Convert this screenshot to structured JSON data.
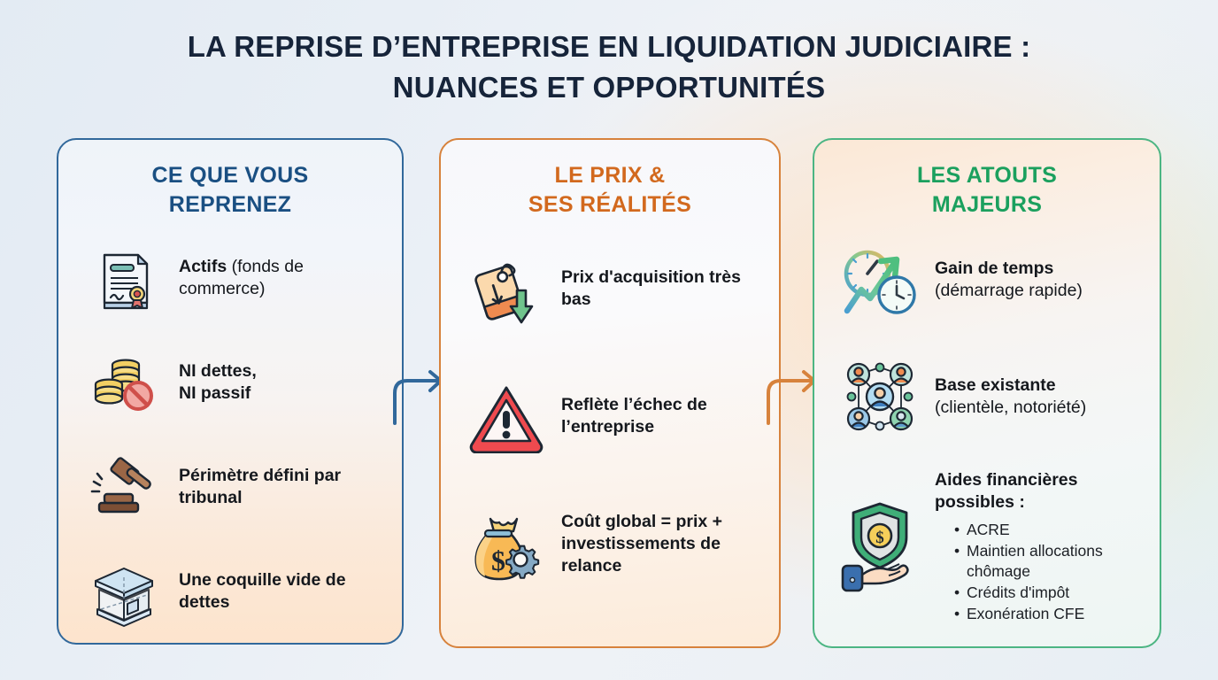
{
  "title": {
    "line1": "LA REPRISE D’ENTREPRISE EN LIQUIDATION JUDICIAIRE :",
    "line2": "NUANCES ET OPPORTUNITÉS"
  },
  "colors": {
    "title": "#16243a",
    "panel1_accent": "#1a4f82",
    "panel1_border": "#31689b",
    "panel2_accent": "#d2691e",
    "panel2_border": "#d7823c",
    "panel3_accent": "#1ba05e",
    "panel3_border": "#4cb583",
    "arrow1": "#31689b",
    "arrow2": "#d7823c"
  },
  "panels": [
    {
      "id": "ce-que-vous-reprenez",
      "heading_line1": "CE QUE VOUS",
      "heading_line2": "REPRENEZ",
      "items": [
        {
          "icon": "certificate-document-icon",
          "bold": "Actifs",
          "rest": " (fonds de commerce)"
        },
        {
          "icon": "coins-no-debt-icon",
          "bold": "NI dettes,\nNI passif",
          "rest": ""
        },
        {
          "icon": "gavel-icon",
          "bold": "Périmètre défini par tribunal",
          "rest": ""
        },
        {
          "icon": "empty-building-icon",
          "bold": "Une coquille vide de dettes",
          "rest": ""
        }
      ]
    },
    {
      "id": "le-prix-et-ses-realites",
      "heading_line1": "LE PRIX &",
      "heading_line2": "SES RÉALITÉS",
      "items": [
        {
          "icon": "price-tag-down-arrow-icon",
          "bold": "Prix d'acquisition très bas",
          "rest": ""
        },
        {
          "icon": "warning-triangle-icon",
          "bold": "Reflète l’échec de l’entreprise",
          "rest": ""
        },
        {
          "icon": "money-bag-gear-icon",
          "bold": "Coût global = prix + investissements de relance",
          "rest": ""
        }
      ]
    },
    {
      "id": "les-atouts-majeurs",
      "heading_line1": "LES ATOUTS",
      "heading_line2": "MAJEURS",
      "items": [
        {
          "icon": "clock-growth-arrow-icon",
          "bold": "Gain de temps",
          "rest": "\n(démarrage rapide)"
        },
        {
          "icon": "network-people-icon",
          "bold": "Base existante",
          "rest": "\n(clientèle, notoriété)"
        }
      ],
      "aides": {
        "icon": "shield-money-hand-icon",
        "title": "Aides financières possibles :",
        "bullets": [
          "ACRE",
          "Maintien allocations chômage",
          "Crédits d'impôt",
          "Exonération CFE"
        ]
      }
    }
  ],
  "arrows": [
    {
      "name": "arrow-panel1-to-panel2",
      "color": "#31689b"
    },
    {
      "name": "arrow-panel2-to-panel3",
      "color": "#d7823c"
    }
  ]
}
